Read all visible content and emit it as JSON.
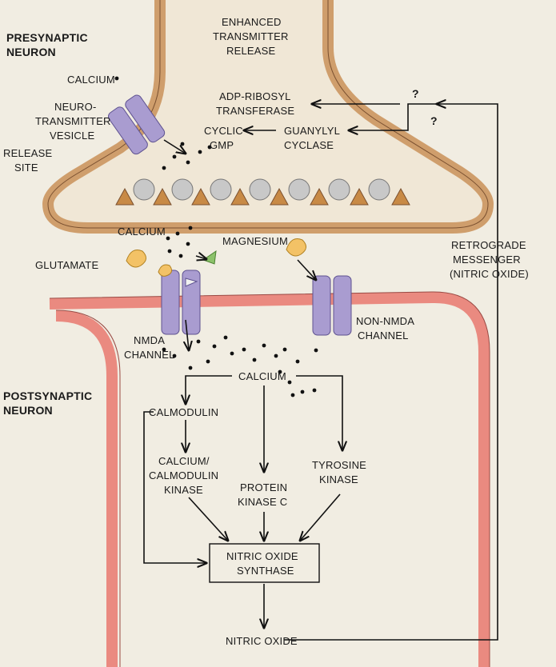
{
  "labels": {
    "presynaptic_1": "PRESYNAPTIC",
    "presynaptic_2": "NEURON",
    "postsynaptic_1": "POSTSYNAPTIC",
    "postsynaptic_2": "NEURON",
    "enhanced_1": "ENHANCED",
    "enhanced_2": "TRANSMITTER",
    "enhanced_3": "RELEASE",
    "calcium_top": "CALCIUM",
    "neurotransmitter_1": "NEURO-",
    "neurotransmitter_2": "TRANSMITTER",
    "neurotransmitter_3": "VESICLE",
    "release_1": "RELEASE",
    "release_2": "SITE",
    "adp_1": "ADP-RIBOSYL",
    "adp_2": "TRANSFERASE",
    "cyclic_1": "CYCLIC",
    "cyclic_2": "GMP",
    "guanylyl_1": "GUANYLYL",
    "guanylyl_2": "CYCLASE",
    "question_1": "?",
    "question_2": "?",
    "calcium_mid": "CALCIUM",
    "magnesium": "MAGNESIUM",
    "glutamate": "GLUTAMATE",
    "retro_1": "RETROGRADE",
    "retro_2": "MESSENGER",
    "retro_3": "(NITRIC OXIDE)",
    "nmda_1": "NMDA",
    "nmda_2": "CHANNEL",
    "nonnmda_1": "NON-NMDA",
    "nonnmda_2": "CHANNEL",
    "calcium_post": "CALCIUM",
    "calmodulin": "CALMODULIN",
    "camk_1": "CALCIUM/",
    "camk_2": "CALMODULIN",
    "camk_3": "KINASE",
    "pkc_1": "PROTEIN",
    "pkc_2": "KINASE C",
    "tyr_1": "TYROSINE",
    "tyr_2": "KINASE",
    "nos_1": "NITRIC OXIDE",
    "nos_2": "SYNTHASE",
    "nitric_oxide": "NITRIC OXIDE"
  },
  "colors": {
    "background": "#f1ede2",
    "pre_membrane": "#cf9e6c",
    "pre_membrane_dark": "#7a5030",
    "pre_cytoplasm": "#f0e7d6",
    "post_membrane": "#ea8a80",
    "post_membrane_dark": "#9a4a44",
    "channel": "#a99cd0",
    "channel_dark": "#5e5290",
    "vesicle": "#c8c8c8",
    "release_site": "#c88a46",
    "glutamate": "#f3c266",
    "magnesium": "#8cc26a",
    "text": "#1a1a1a"
  },
  "icons": {
    "calcium_channel": "calcium-channel-icon",
    "nmda_channel": "nmda-channel-icon",
    "non_nmda_channel": "non-nmda-channel-icon",
    "glutamate": "glutamate-icon",
    "magnesium": "magnesium-icon",
    "vesicle": "vesicle-icon",
    "release_site": "release-site-icon"
  }
}
